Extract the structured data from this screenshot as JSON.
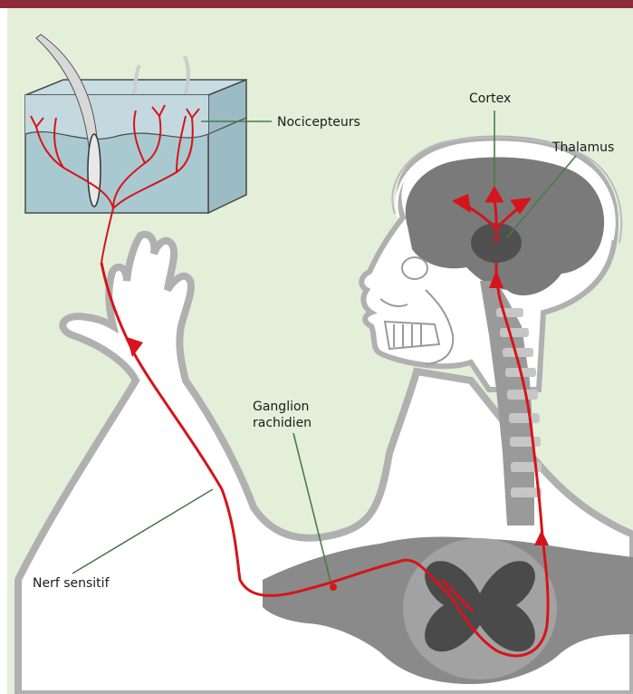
{
  "labels": {
    "nociceptors": "Nocicepteurs",
    "cortex": "Cortex",
    "thalamus": "Thalamus",
    "ganglion_line1": "Ganglion",
    "ganglion_line2": "rachidien",
    "sensory_nerve": "Nerf sensitif"
  },
  "colors": {
    "header_bar": "#8e2a3c",
    "background": "#e4efd9",
    "pain_pathway": "#d6141b",
    "leader_lines": "#4a7a4a",
    "body_outline": "#a9a9a9",
    "brain": "#7a7a7a",
    "skin_block": "#a9c9d1"
  }
}
